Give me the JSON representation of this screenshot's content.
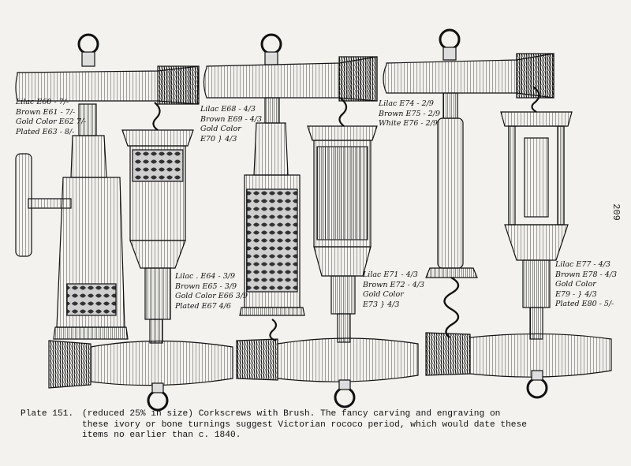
{
  "page_number": "209",
  "caption": {
    "plate": "Plate 151.",
    "lines": [
      "(reduced 25% in size)  Corkscrews with Brush.  The fancy carving and engraving on",
      "these ivory or bone turnings suggest Victorian rococo period, which would date these",
      "items no earlier than c. 1840."
    ]
  },
  "label_groups": [
    {
      "lines": [
        "Lilac E60 - 7/-",
        "Brown E61 - 7/-",
        "Gold Color E62 7/-",
        "Plated E63 - 8/-"
      ]
    },
    {
      "lines": [
        "Lilac . E64 - 3/9",
        "Brown E65 - 3/9",
        "Gold Color E66 3/9",
        "Plated E67 4/6"
      ]
    },
    {
      "lines": [
        "Lilac E68 - 4/3",
        "Brown E69 - 4/3",
        "Gold Color",
        "E70 } 4/3"
      ]
    },
    {
      "lines": [
        "Lilac E71 - 4/3",
        "Brown E72 - 4/3",
        "Gold Color",
        "E73 } 4/3"
      ]
    },
    {
      "lines": [
        "Lilac E74 - 2/9",
        "Brown E75 - 2/9",
        "White E76 - 2/9"
      ]
    },
    {
      "lines": [
        "Lilac E77 - 4/3",
        "Brown E78 - 4/3",
        "Gold Color",
        "E79 - } 4/3",
        "Plated E80 - 5/-"
      ]
    }
  ]
}
